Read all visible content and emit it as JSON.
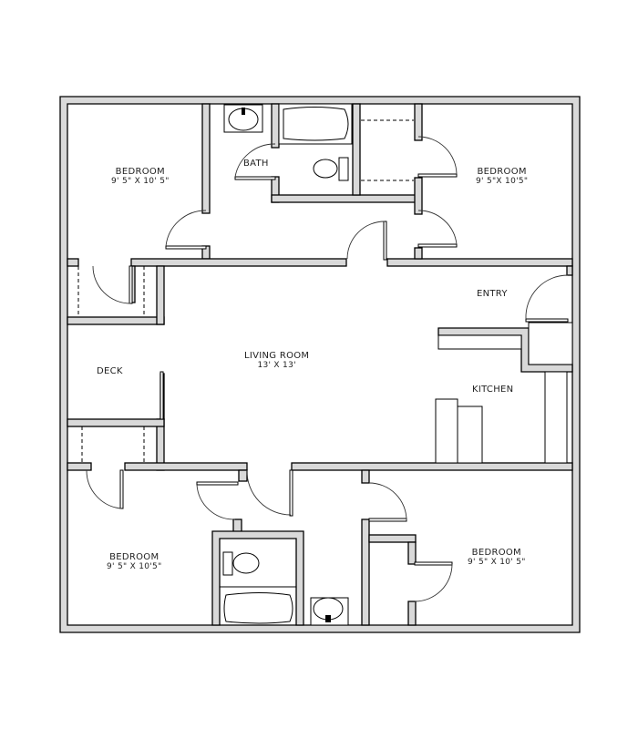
{
  "colors": {
    "wall_fill": "#d9d9d9",
    "line": "#000000",
    "background": "#ffffff"
  },
  "rooms": {
    "bedroom_nw": {
      "name": "BEDROOM",
      "dims": "9' 5\" X 10' 5\""
    },
    "bath_north": {
      "name": "BATH"
    },
    "bedroom_ne": {
      "name": "BEDROOM",
      "dims": "9' 5\"X 10'5\""
    },
    "living_room": {
      "name": "LIVING ROOM",
      "dims": "13' X 13'"
    },
    "deck": {
      "name": "DECK"
    },
    "entry": {
      "name": "ENTRY"
    },
    "kitchen": {
      "name": "KITCHEN"
    },
    "bedroom_sw": {
      "name": "BEDROOM",
      "dims": "9' 5\" X 10'5\""
    },
    "bedroom_se": {
      "name": "BEDROOM",
      "dims": "9' 5\" X 10' 5\""
    }
  }
}
